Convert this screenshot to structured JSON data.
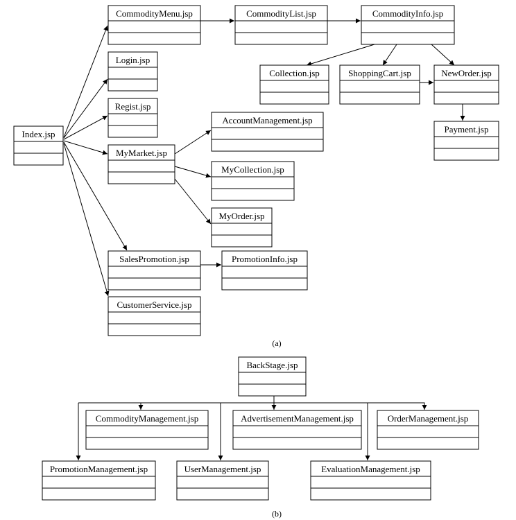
{
  "captions": {
    "a": "(a)",
    "b": "(b)"
  },
  "colors": {
    "line": "#000000",
    "box_fill": "#ffffff",
    "text": "#000000"
  },
  "pages": {
    "index": "Index.jsp",
    "commodity_menu": "CommodityMenu.jsp",
    "commodity_list": "CommodityList.jsp",
    "commodity_info": "CommodityInfo.jsp",
    "collection": "Collection.jsp",
    "shopping_cart": "ShoppingCart.jsp",
    "new_order": "NewOrder.jsp",
    "payment": "Payment.jsp",
    "login": "Login.jsp",
    "regist": "Regist.jsp",
    "my_market": "MyMarket.jsp",
    "account_management": "AccountManagement.jsp",
    "my_collection": "MyCollection.jsp",
    "my_order": "MyOrder.jsp",
    "sales_promotion": "SalesPromotion.jsp",
    "promotion_info": "PromotionInfo.jsp",
    "customer_service": "CustomerService.jsp",
    "backstage": "BackStage.jsp",
    "commodity_management": "CommodityManagement.jsp",
    "advertisement_management": "AdvertisementManagement.jsp",
    "order_management": "OrderManagement.jsp",
    "promotion_management": "PromotionManagement.jsp",
    "user_management": "UserManagement.jsp",
    "evaluation_management": "EvaluationManagement.jsp"
  },
  "links": [
    {
      "from": "index",
      "to": "commodity_menu"
    },
    {
      "from": "index",
      "to": "login"
    },
    {
      "from": "index",
      "to": "regist"
    },
    {
      "from": "index",
      "to": "my_market"
    },
    {
      "from": "index",
      "to": "sales_promotion"
    },
    {
      "from": "index",
      "to": "customer_service"
    },
    {
      "from": "commodity_menu",
      "to": "commodity_list"
    },
    {
      "from": "commodity_list",
      "to": "commodity_info"
    },
    {
      "from": "commodity_info",
      "to": "collection"
    },
    {
      "from": "commodity_info",
      "to": "shopping_cart"
    },
    {
      "from": "commodity_info",
      "to": "new_order"
    },
    {
      "from": "shopping_cart",
      "to": "new_order"
    },
    {
      "from": "new_order",
      "to": "payment"
    },
    {
      "from": "my_market",
      "to": "account_management"
    },
    {
      "from": "my_market",
      "to": "my_collection"
    },
    {
      "from": "my_market",
      "to": "my_order"
    },
    {
      "from": "sales_promotion",
      "to": "promotion_info"
    },
    {
      "from": "backstage",
      "to": "commodity_management"
    },
    {
      "from": "backstage",
      "to": "advertisement_management"
    },
    {
      "from": "backstage",
      "to": "order_management"
    },
    {
      "from": "backstage",
      "to": "promotion_management"
    },
    {
      "from": "backstage",
      "to": "user_management"
    },
    {
      "from": "backstage",
      "to": "evaluation_management"
    }
  ]
}
